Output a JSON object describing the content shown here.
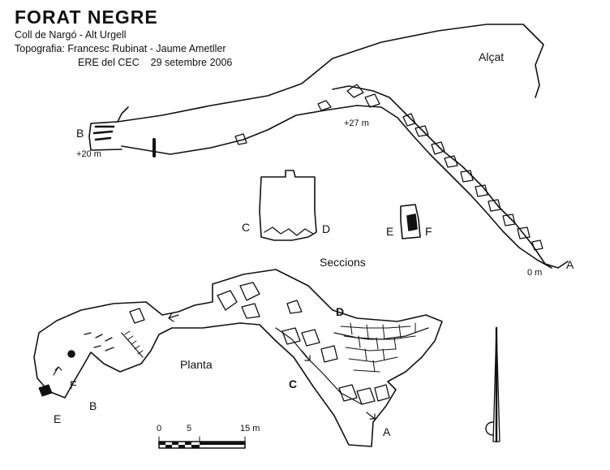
{
  "header": {
    "title": "FORAT NEGRE",
    "location": "Coll de Nargó - Alt Urgell",
    "topography": "Topografia: Francesc Rubinat - Jaume Ametller",
    "credits": "ERE del CEC    29 setembre 2006"
  },
  "elevation_view": {
    "title": "Alçat",
    "points": [
      {
        "label": "A",
        "depth": "0 m"
      },
      {
        "label": "B",
        "depth": "+20 m"
      }
    ],
    "midpoint_depth": "+27 m"
  },
  "sections": {
    "title": "Seccions",
    "labels": [
      "C",
      "D",
      "E",
      "F"
    ]
  },
  "plan_view": {
    "title": "Planta",
    "labels": [
      "A",
      "B",
      "C",
      "D",
      "E",
      "F"
    ]
  },
  "scale_bar": {
    "ticks": [
      "0",
      "5",
      "15 m"
    ]
  }
}
